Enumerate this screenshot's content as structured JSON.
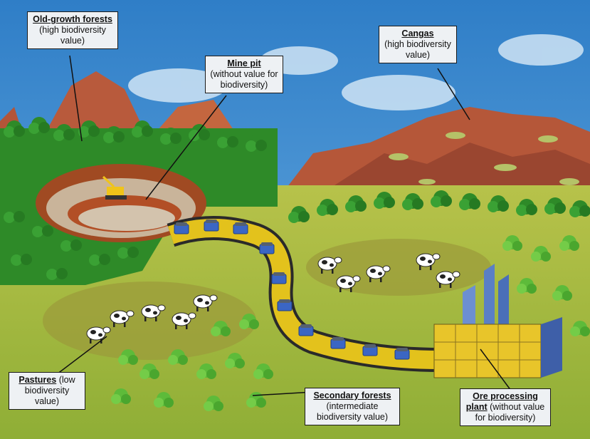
{
  "labels": {
    "old_growth": {
      "title": "Old-growth forests",
      "desc": "(high biodiversity value)"
    },
    "mine_pit": {
      "title": "Mine pit",
      "desc": "(without value for biodiversity)"
    },
    "cangas": {
      "title": "Cangas",
      "desc": "(high biodiversity value)"
    },
    "pastures": {
      "title": "Pastures",
      "desc": "(low biodiversity value)"
    },
    "secondary": {
      "title": "Secondary forests",
      "desc": "(intermediate biodiversity value)"
    },
    "ore_plant": {
      "title": "Ore processing plant",
      "desc": "(without value for biodiversity)"
    }
  },
  "colors": {
    "sky": "#3f8bd0",
    "mountain": "#b5573a",
    "forest": "#2f8f2a",
    "grass": "#a6b83a",
    "conveyor": "#e3c21c",
    "plant_blue": "#4f7bc4",
    "plant_yellow": "#e8c52a"
  }
}
